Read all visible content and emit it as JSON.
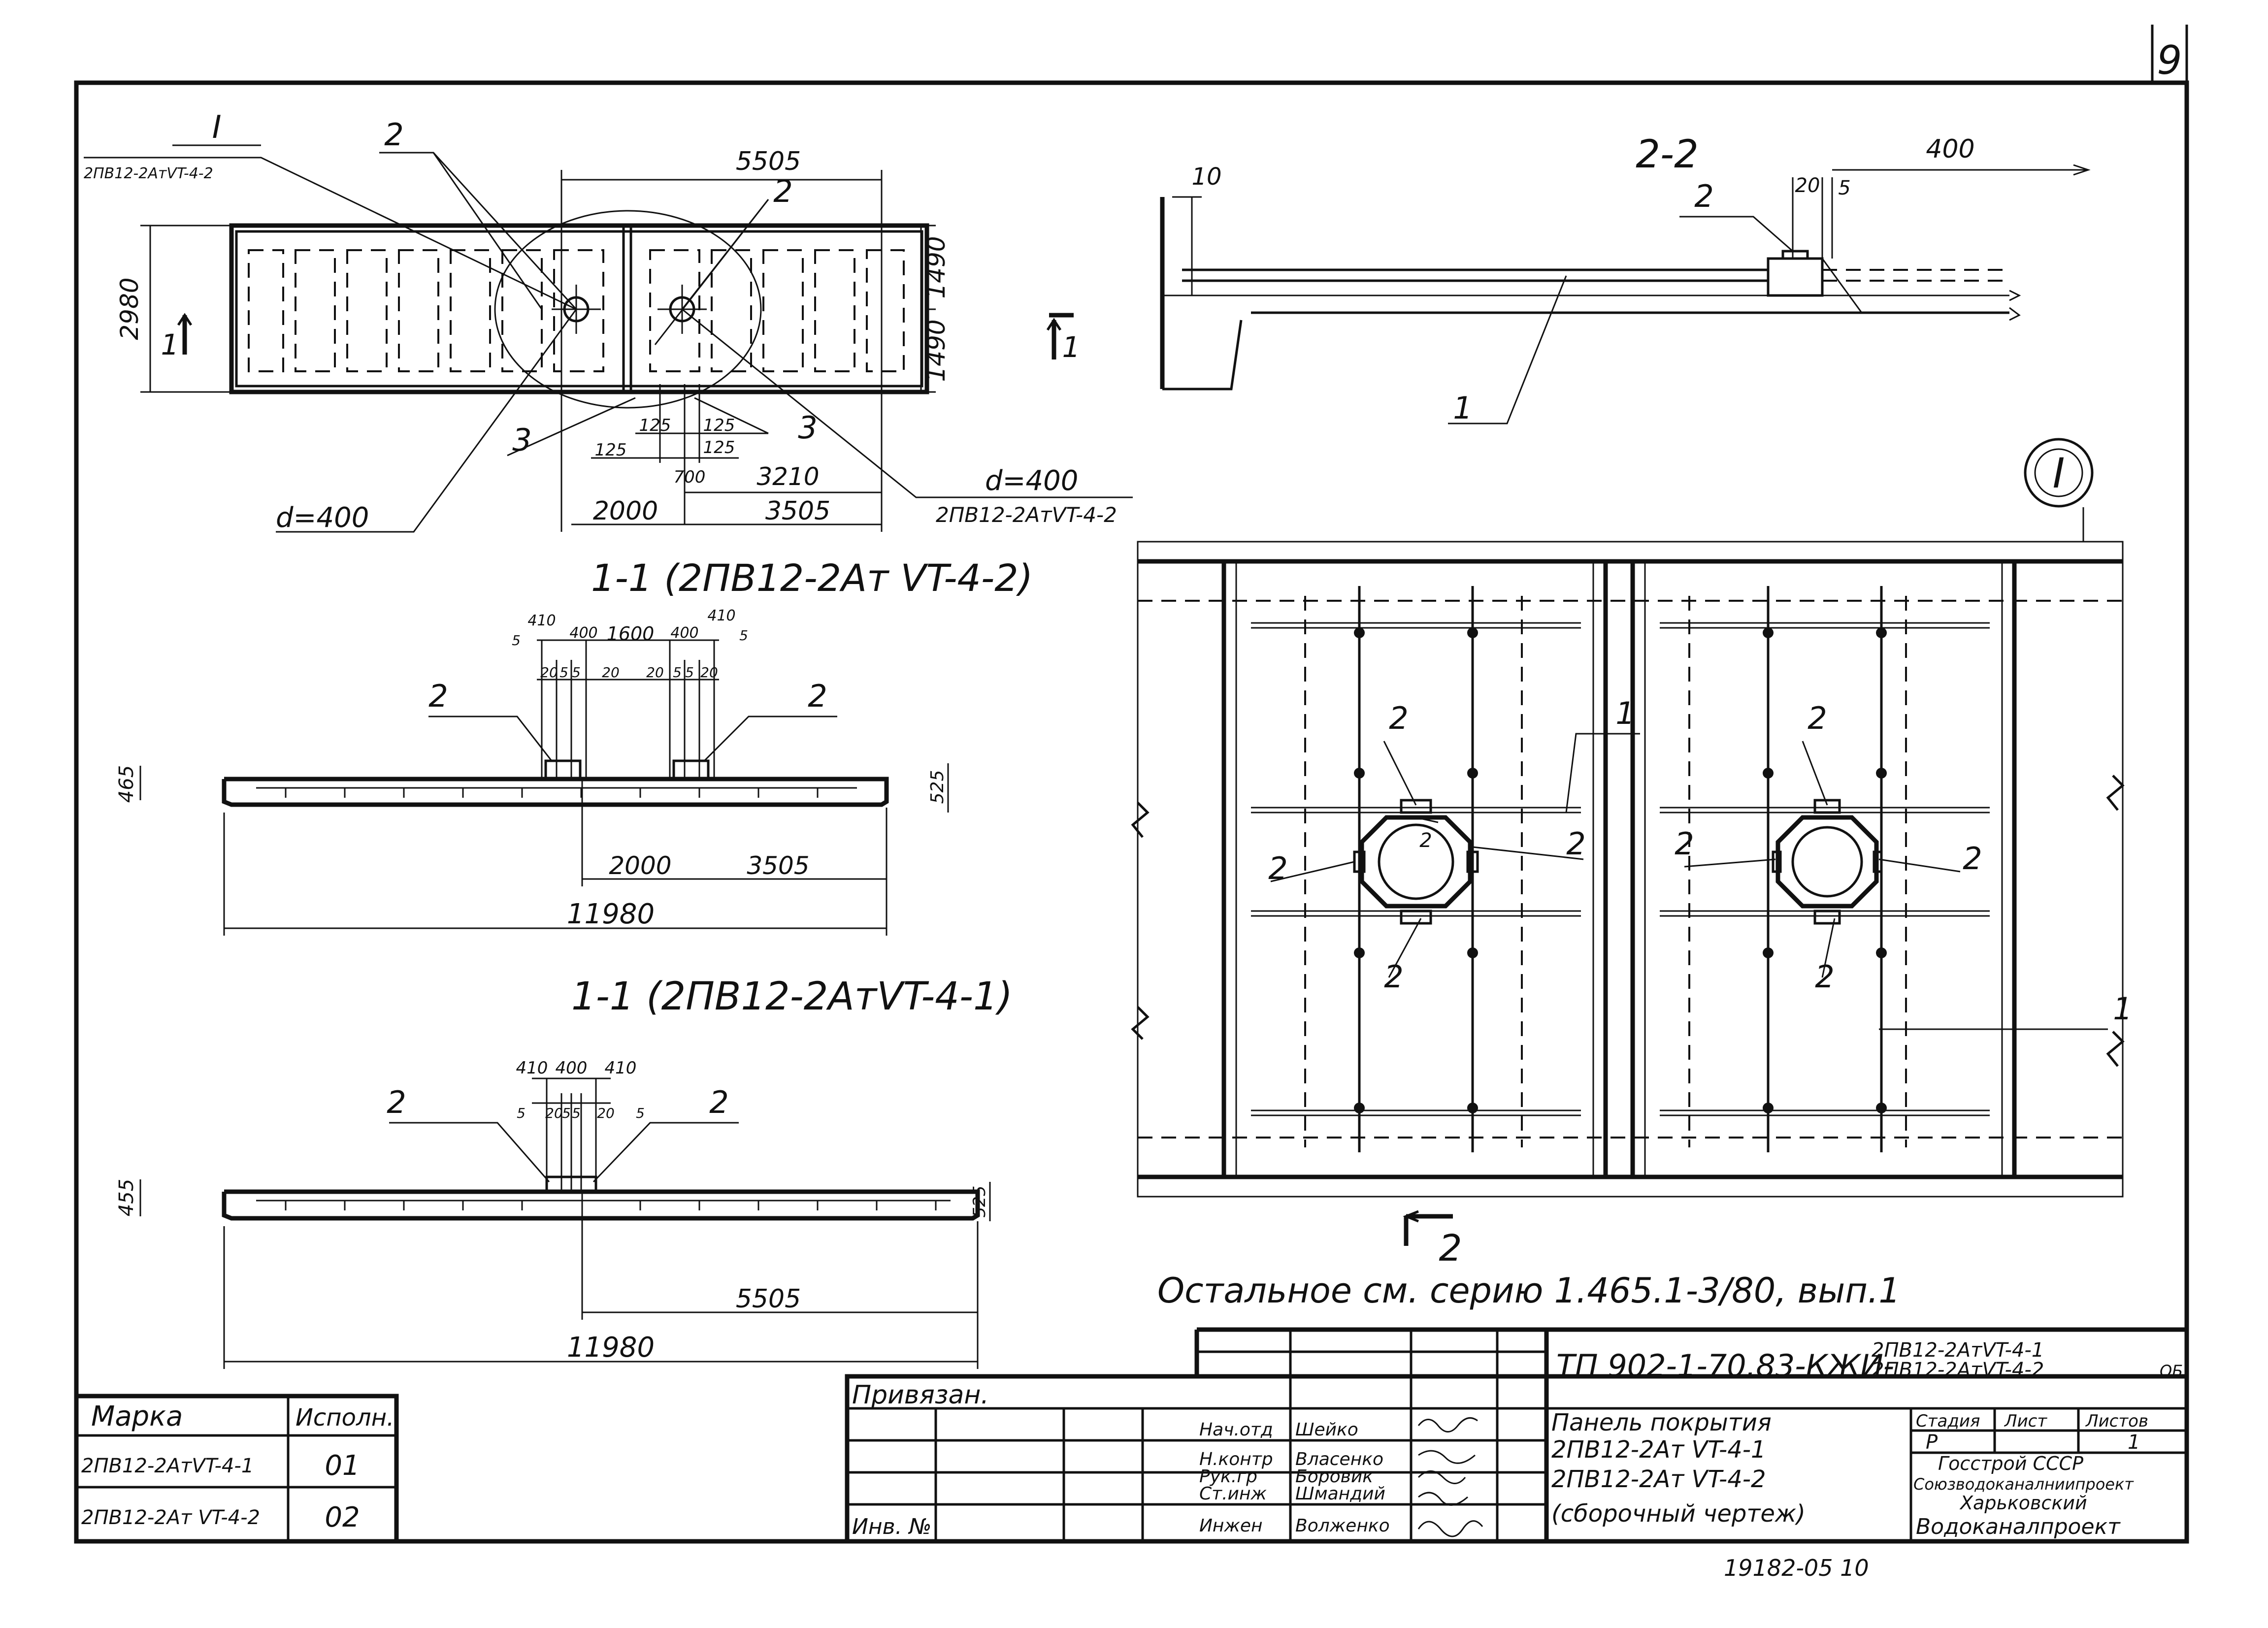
{
  "sheet": {
    "sheet_number": "9",
    "doc_code": "ТП 902-1-70.83-КЖИ-",
    "doc_marks": [
      "2ПВ12-2АтVT-4-1",
      "2ПВ12-2АтVT-4-2"
    ],
    "doc_marks_suffix": "ОБ",
    "title_lines": [
      "Панель покрытия",
      "2ПВ12-2Ат VT-4-1",
      "2ПВ12-2Ат VT-4-2",
      "(сборочный чертеж)"
    ],
    "stage_header": "Стадия",
    "sheet_header": "Лист",
    "sheets_header": "Листов",
    "stage": "Р",
    "sheets_total": "1",
    "org_lines": [
      "Госстрой СССР",
      "Союзводоканалниипроект",
      "Харьковский",
      "Водоканалпроект"
    ],
    "bound_label": "Привязан.",
    "inv_label": "Инв. №",
    "bottom_code": "19182-05 10",
    "note": "Остальное см. серию 1.465.1-3/80, вып.1"
  },
  "signatures": [
    {
      "role": "Нач.отд",
      "name": "Шейко"
    },
    {
      "role": "Н.контр",
      "name": "Власенко"
    },
    {
      "role": "Рук.гр",
      "name": "Боровик"
    },
    {
      "role": "Ст.инж",
      "name": "Шмандий"
    },
    {
      "role": "Инжен",
      "name": "Волженко"
    }
  ],
  "marks_table": {
    "headers": [
      "Марка",
      "Исполн."
    ],
    "rows": [
      {
        "mark": "2ПВ12-2АтVT-4-1",
        "version": "01"
      },
      {
        "mark": "2ПВ12-2Ат VT-4-2",
        "version": "02"
      }
    ]
  },
  "plan_view": {
    "section_mark": "I",
    "section_label": "2ПВ12-2АтVT-4-2",
    "left_cut": "1",
    "right_cut": "1",
    "dims": {
      "top": "5505",
      "height": "2980",
      "half_upper": "1490",
      "half_lower": "1490",
      "d_left": "d=400",
      "d_right": "d=400",
      "d_right_label": "2ПВ12-2АтVT-4-2",
      "a125_1": "125",
      "a125_2": "125",
      "a125_3": "125",
      "a125_4": "125",
      "a700": "700",
      "a3210": "3210",
      "a2000": "2000",
      "a3505": "3505"
    },
    "callouts": [
      "2",
      "2",
      "3",
      "3"
    ]
  },
  "section_2": {
    "title": "1-1 (2ПВ12-2Ат VT-4-2)",
    "top_dims": [
      "410",
      "400",
      "1600",
      "400",
      "410"
    ],
    "small_dims": [
      "5",
      "20",
      "5",
      "5",
      "20",
      "20",
      "5",
      "5",
      "20",
      "5"
    ],
    "left_h": "465",
    "right_h": "525",
    "d2000": "2000",
    "d3505": "3505",
    "total": "11980",
    "callouts": [
      "2",
      "2"
    ]
  },
  "section_1": {
    "title": "1-1 (2ПВ12-2АтVT-4-1)",
    "top_dims": [
      "410",
      "400",
      "410"
    ],
    "small_dims": [
      "5",
      "20",
      "5",
      "5",
      "20",
      "5"
    ],
    "left_h": "455",
    "right_h": "525",
    "d5505": "5505",
    "total": "11980",
    "callouts": [
      "2",
      "2"
    ]
  },
  "detail_2_2": {
    "title": "2-2",
    "d10": "10",
    "d400": "400",
    "d20": "20",
    "d5": "5",
    "callouts": [
      "2",
      "1"
    ]
  },
  "detail_I": {
    "mark": "I",
    "cut": "2",
    "callouts": [
      "2",
      "1",
      "2",
      "2",
      "2",
      "2",
      "2",
      "2",
      "2",
      "2",
      "1"
    ]
  }
}
